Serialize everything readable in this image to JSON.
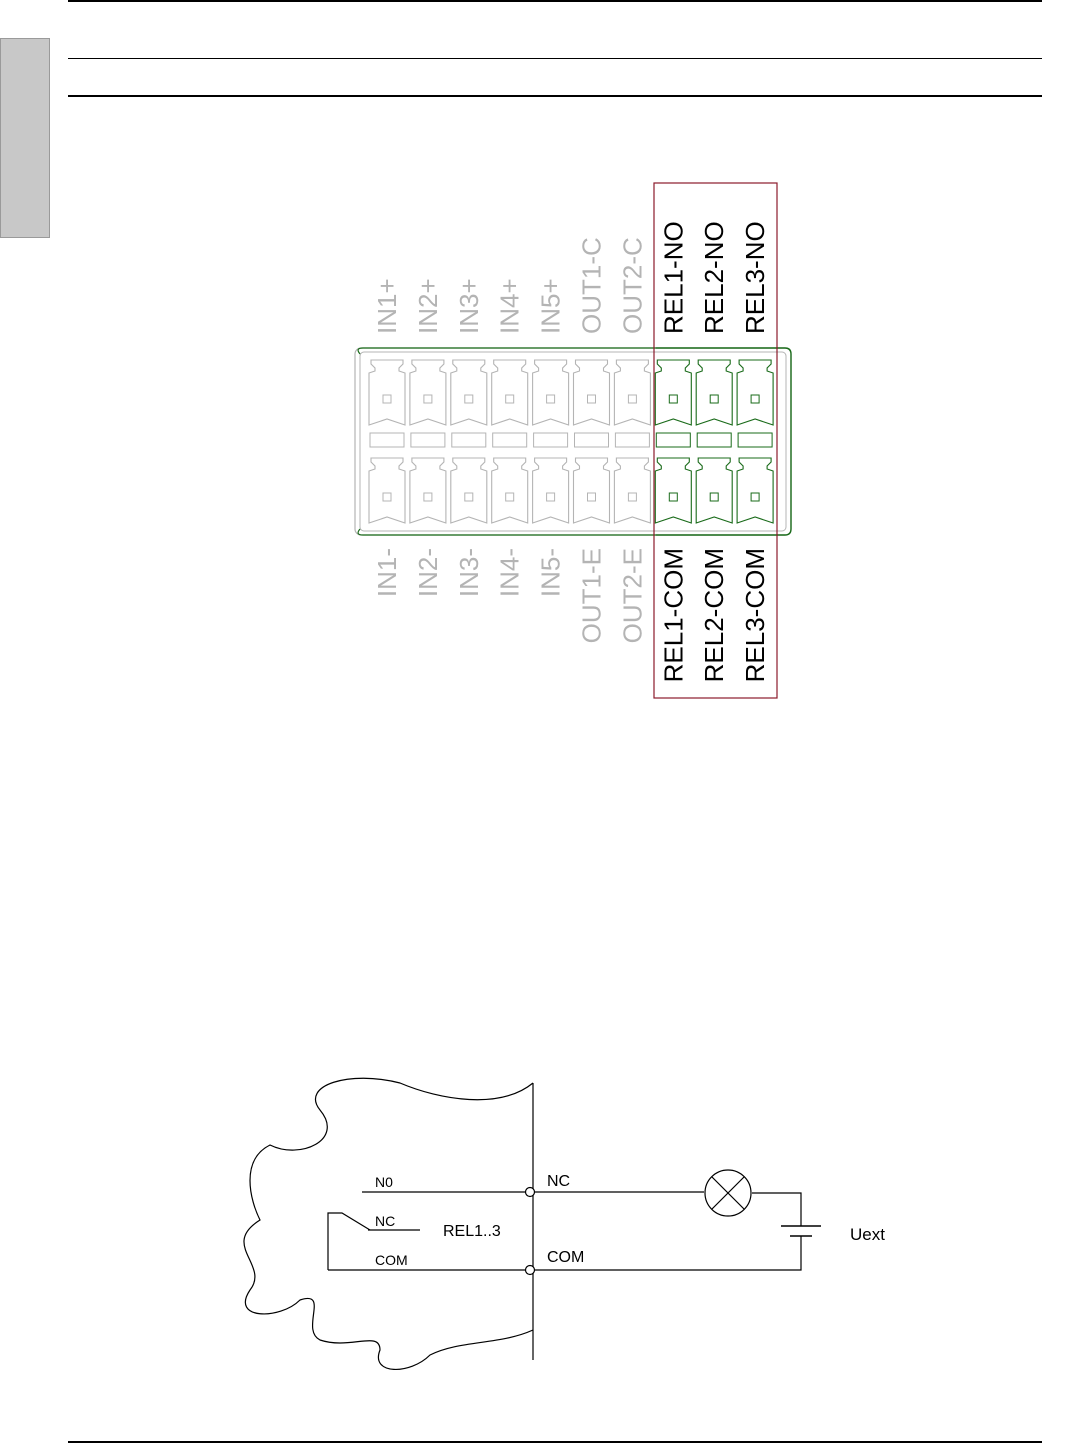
{
  "page": {
    "side_tab_color": "#c8c8c8"
  },
  "connector": {
    "inactive_color": "#b4b4b4",
    "active_color": "#1a6b1a",
    "highlight_color": "#8b1a2b",
    "label_color_active": "#000000",
    "label_color_inactive": "#b4b4b4",
    "top_labels": [
      "IN1+",
      "IN2+",
      "IN3+",
      "IN4+",
      "IN5+",
      "OUT1-C",
      "OUT2-C",
      "REL1-NO",
      "REL2-NO",
      "REL3-NO"
    ],
    "bottom_labels": [
      "IN1-",
      "IN2-",
      "IN3-",
      "IN4-",
      "IN5-",
      "OUT1-E",
      "OUT2-E",
      "REL1-COM",
      "REL2-COM",
      "REL3-COM"
    ],
    "active_pins": [
      7,
      8,
      9
    ]
  },
  "schematic": {
    "no_label": "N0",
    "nc_contact_label": "NC",
    "com_contact_label": "COM",
    "relay_label": "REL1..3",
    "nc_terminal_label": "NC",
    "com_terminal_label": "COM",
    "supply_label": "Uext",
    "lamp_icon": "lamp-icon",
    "battery_icon": "battery-icon"
  }
}
